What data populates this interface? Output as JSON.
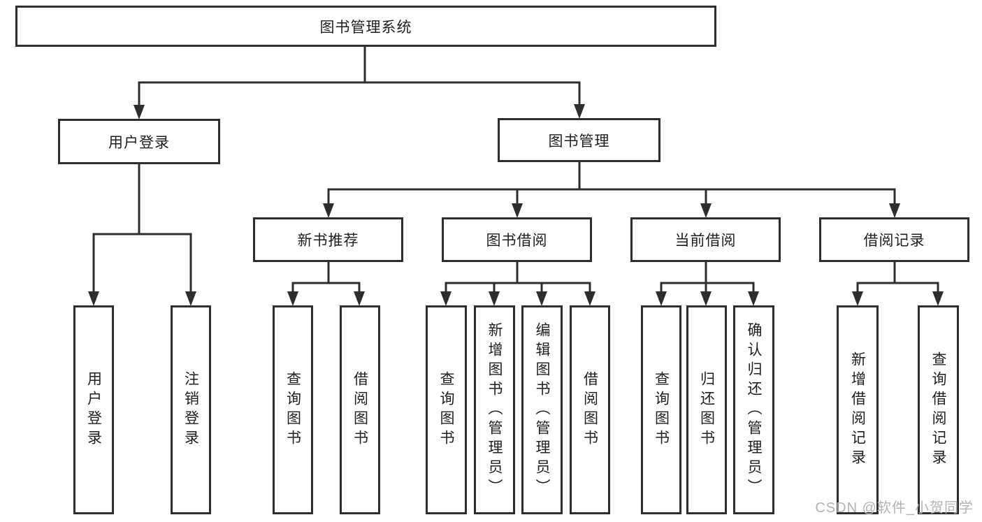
{
  "nodes": {
    "root": {
      "label": "图书管理系统"
    },
    "level2": [
      {
        "id": "user-login",
        "label": "用户登录"
      },
      {
        "id": "book-management",
        "label": "图书管理"
      }
    ],
    "level3": [
      {
        "id": "new-book-recommendation",
        "parent": "book-management",
        "label": "新书推荐"
      },
      {
        "id": "book-borrowing",
        "parent": "book-management",
        "label": "图书借阅"
      },
      {
        "id": "current-borrowing",
        "parent": "book-management",
        "label": "当前借阅"
      },
      {
        "id": "borrowing-records",
        "parent": "book-management",
        "label": "借阅记录"
      }
    ],
    "leaves": [
      {
        "parent": "user-login",
        "label": "用户登录"
      },
      {
        "parent": "user-login",
        "label": "注销登录"
      },
      {
        "parent": "new-book-recommendation",
        "label": "查询图书"
      },
      {
        "parent": "new-book-recommendation",
        "label": "借阅图书"
      },
      {
        "parent": "book-borrowing",
        "label": "查询图书"
      },
      {
        "parent": "book-borrowing",
        "label": "新增图书（管理员）"
      },
      {
        "parent": "book-borrowing",
        "label": "编辑图书（管理员）"
      },
      {
        "parent": "book-borrowing",
        "label": "借阅图书"
      },
      {
        "parent": "current-borrowing",
        "label": "查询图书"
      },
      {
        "parent": "current-borrowing",
        "label": "归还图书"
      },
      {
        "parent": "current-borrowing",
        "label": "确认归还（管理员）"
      },
      {
        "parent": "borrowing-records",
        "label": "新增借阅记录"
      },
      {
        "parent": "borrowing-records",
        "label": "查询借阅记录"
      }
    ]
  },
  "watermark": "CSDN @软件_小贺同学",
  "colors": {
    "line": "#2e2e2e",
    "box_border": "#2e2e2e",
    "text": "#1f1f1f",
    "watermark": "#b4b4b4",
    "background": "#ffffff"
  }
}
